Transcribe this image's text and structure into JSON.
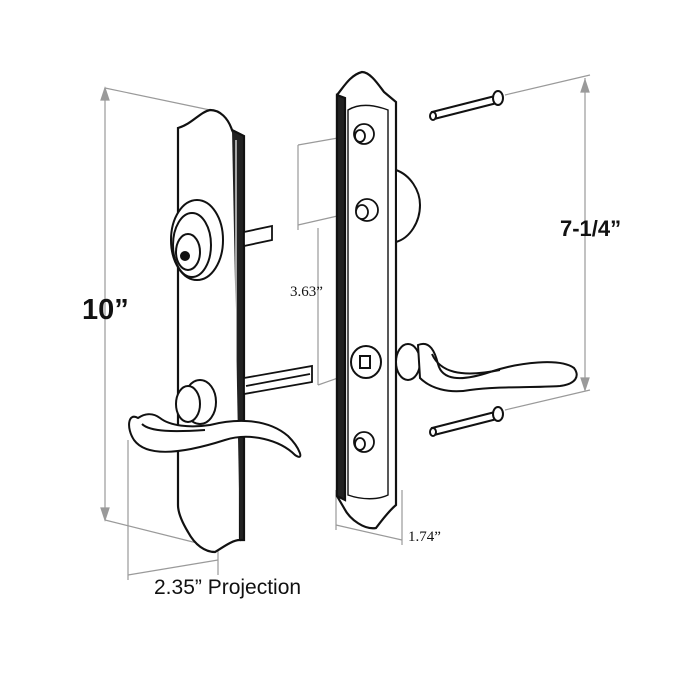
{
  "diagram": {
    "subject": "Mortise lock handle set with keyed deadbolt trim plate, interior plate, lever handles and mounting screws",
    "dimensions": {
      "overall_height": "10”",
      "screw_spacing": "7-1/4”",
      "center_to_center": "3.63”",
      "plate_width": "1.74”",
      "projection": "2.35” Projection"
    },
    "components": [
      "exterior-trim-plate",
      "deadbolt-key-cylinder",
      "exterior-lever-handle",
      "tailpiece-spindle-upper",
      "tailpiece-spindle-lower",
      "interior-trim-plate",
      "thumbturn",
      "interior-lever-handle",
      "mounting-screw-top",
      "mounting-screw-bottom"
    ],
    "colors": {
      "line": "#111111",
      "dimension_line": "#9a9a9a",
      "background": "#ffffff"
    }
  }
}
